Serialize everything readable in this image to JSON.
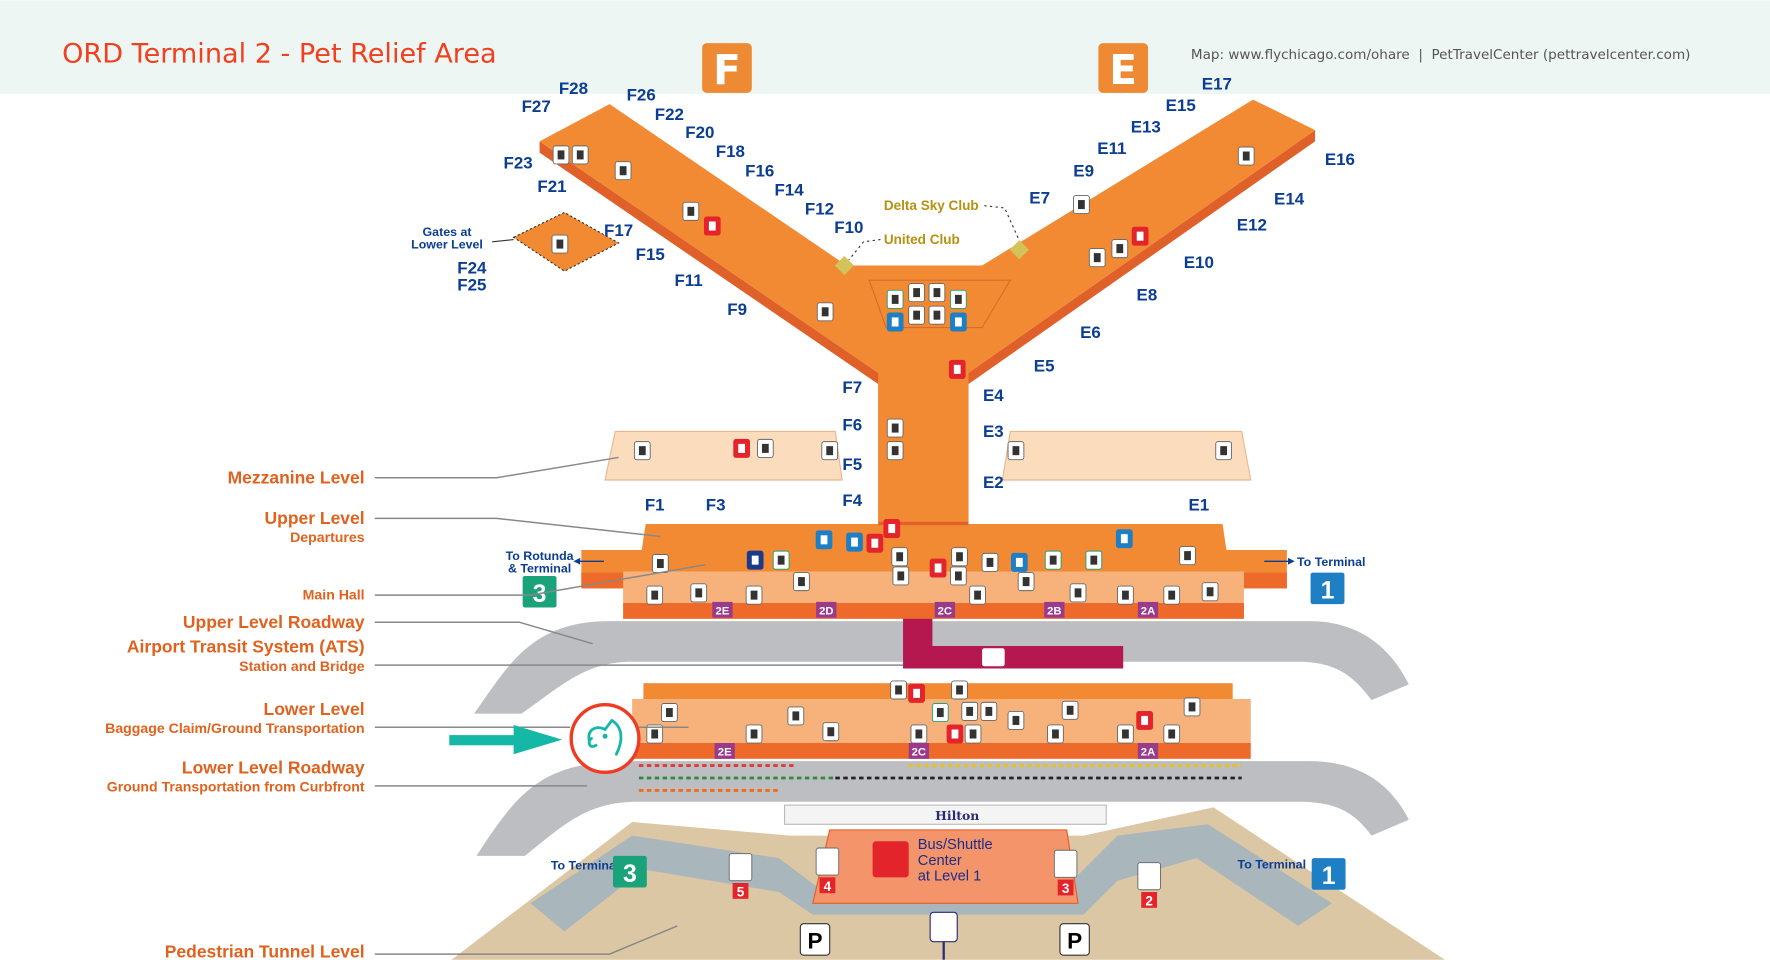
{
  "header": {
    "title": "ORD Terminal 2 - Pet Relief Area",
    "source": "Map: www.flychicago.com/ohare  |  PetTravelCenter (pettravelcenter.com)",
    "concourse_f": "F",
    "concourse_e": "E",
    "title_color": "#f0401f",
    "concourse_color": "#ee8a34"
  },
  "levels": {
    "mezzanine": "Mezzanine Level",
    "upper": "Upper Level",
    "upper_sub": "Departures",
    "main_hall": "Main Hall",
    "upper_roadway": "Upper Level Roadway",
    "ats": "Airport Transit System (ATS)",
    "ats_sub": "Station and Bridge",
    "lower": "Lower Level",
    "lower_sub": "Baggage Claim/Ground Transportation",
    "lower_roadway": "Lower Level Roadway",
    "lower_roadway_sub": "Ground Transportation from Curbfront",
    "tunnel": "Pedestrian Tunnel Level"
  },
  "gates": [
    "F28",
    "F27",
    "F26",
    "F22",
    "F20",
    "F18",
    "F16",
    "F14",
    "F12",
    "F10",
    "F23",
    "F21",
    "F17",
    "F15",
    "F11",
    "F9",
    "F7",
    "F6",
    "F5",
    "F4",
    "F1",
    "F3",
    "E17",
    "E15",
    "E13",
    "E11",
    "E9",
    "E7",
    "E16",
    "E14",
    "E12",
    "E10",
    "E8",
    "E6",
    "E5",
    "E4",
    "E3",
    "E2",
    "E1"
  ],
  "lower_gates": {
    "line1": "Gates at",
    "line2": "Lower Level",
    "g1": "F24",
    "g2": "F25"
  },
  "clubs": {
    "delta": "Delta Sky Club",
    "united": "United Club"
  },
  "connections": {
    "rotunda_1": "To Rotunda",
    "rotunda_2": "& Terminal",
    "to_terminal": "To Terminal",
    "terminal_3": "3",
    "terminal_1": "1",
    "terminal_3_color": "#1aa37a",
    "terminal_1_color": "#1e7fc5"
  },
  "checkin_zones": {
    "upper": [
      "2E",
      "2D",
      "2C",
      "2B",
      "2A"
    ],
    "lower": [
      "2E",
      "2C",
      "2A"
    ],
    "color": "#9b3a8b"
  },
  "bus_center": {
    "line1": "Bus/Shuttle",
    "line2": "Center",
    "line3": "at Level 1"
  },
  "hilton": "Hilton",
  "elevators": [
    "5",
    "4",
    "3",
    "2"
  ],
  "parking": "P",
  "pet_relief": {
    "icon": "dog-icon",
    "highlight_color": "#ef3b24",
    "arrow_color": "#15b8a6"
  },
  "icon_types": [
    "restroom-icon",
    "phone-icon",
    "elevator-icon",
    "escalator-icon",
    "atm-icon",
    "dining-icon",
    "aed-icon",
    "information-icon",
    "family-restroom-icon",
    "baggage-icon",
    "accessible-icon",
    "security-icon",
    "train-icon",
    "shuttle-icon",
    "uso-icon",
    "sbarro-icon"
  ]
}
